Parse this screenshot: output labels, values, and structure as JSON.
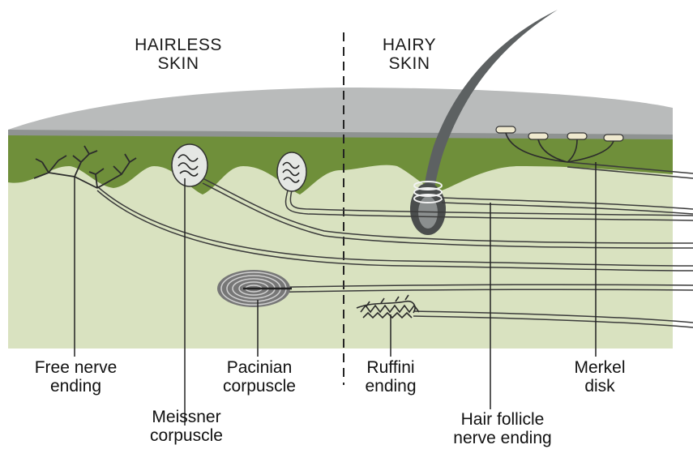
{
  "sections": {
    "hairless": {
      "line1": "HAIRLESS",
      "line2": "SKIN"
    },
    "hairy": {
      "line1": "HAIRY",
      "line2": "SKIN"
    }
  },
  "labels": {
    "free_nerve": {
      "line1": "Free nerve",
      "line2": "ending"
    },
    "meissner": {
      "line1": "Meissner",
      "line2": "corpuscle"
    },
    "pacinian": {
      "line1": "Pacinian",
      "line2": "corpuscle"
    },
    "ruffini": {
      "line1": "Ruffini",
      "line2": "ending"
    },
    "hair_follicle": {
      "line1": "Hair follicle",
      "line2": "nerve ending"
    },
    "merkel": {
      "line1": "Merkel",
      "line2": "disk"
    }
  },
  "colors": {
    "epidermis_surface": "#b9bbbb",
    "epidermis_dark": "#8f9392",
    "dermis_green": "#6f8f3a",
    "dermis_light": "#d9e2c0",
    "nerve": "#3b3b3b"
  }
}
